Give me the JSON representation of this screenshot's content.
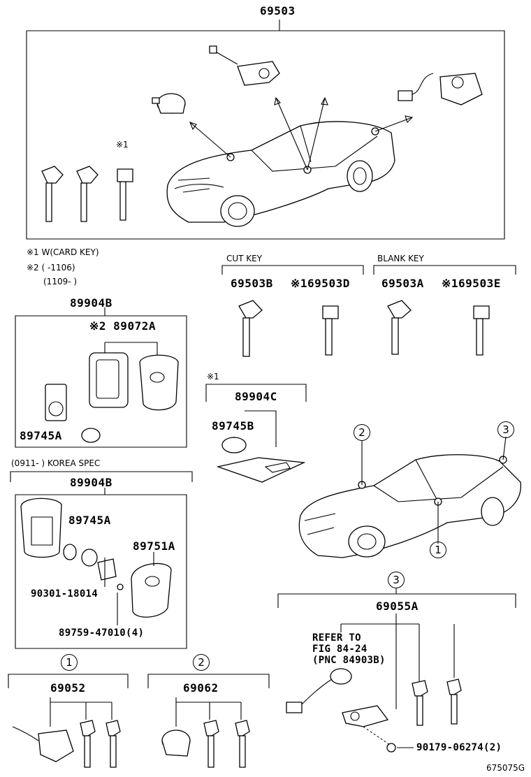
{
  "top_assembly": {
    "part_no": "69503",
    "note_marker": "※1"
  },
  "notes": {
    "line1": "※1 W(CARD KEY)",
    "line2": "※2 (      -1106)",
    "line3": "(1109-      )"
  },
  "cut_key": {
    "heading": "CUT KEY",
    "left_part": "69503B",
    "right_part": "※169503D"
  },
  "blank_key": {
    "heading": "BLANK KEY",
    "left_part": "69503A",
    "right_part": "※169503E"
  },
  "transmitter_std": {
    "part_no": "89904B",
    "case_part": "※2 89072A",
    "battery_part": "89745A"
  },
  "card_key": {
    "marker": "※1",
    "part_no": "89904C",
    "battery_part": "89745B"
  },
  "korea_spec": {
    "heading": "(0911-      ) KOREA SPEC",
    "part_no": "89904B",
    "battery_part": "89745A",
    "oring_part": "90301-18014",
    "cover_part": "89751A",
    "screw_part": "89759-47010(4)"
  },
  "set1": {
    "circle": "1",
    "part_no": "69052"
  },
  "set2": {
    "circle": "2",
    "part_no": "69062"
  },
  "set3": {
    "circle": "3",
    "part_no": "69055A",
    "refer1": "REFER TO",
    "refer2": "FIG 84-24",
    "refer3": "(PNC 84903B)",
    "screw_part": "90179-06274(2)"
  },
  "car_callouts": {
    "c1": "1",
    "c2": "2",
    "c3": "3"
  },
  "figure_id": "675075G"
}
